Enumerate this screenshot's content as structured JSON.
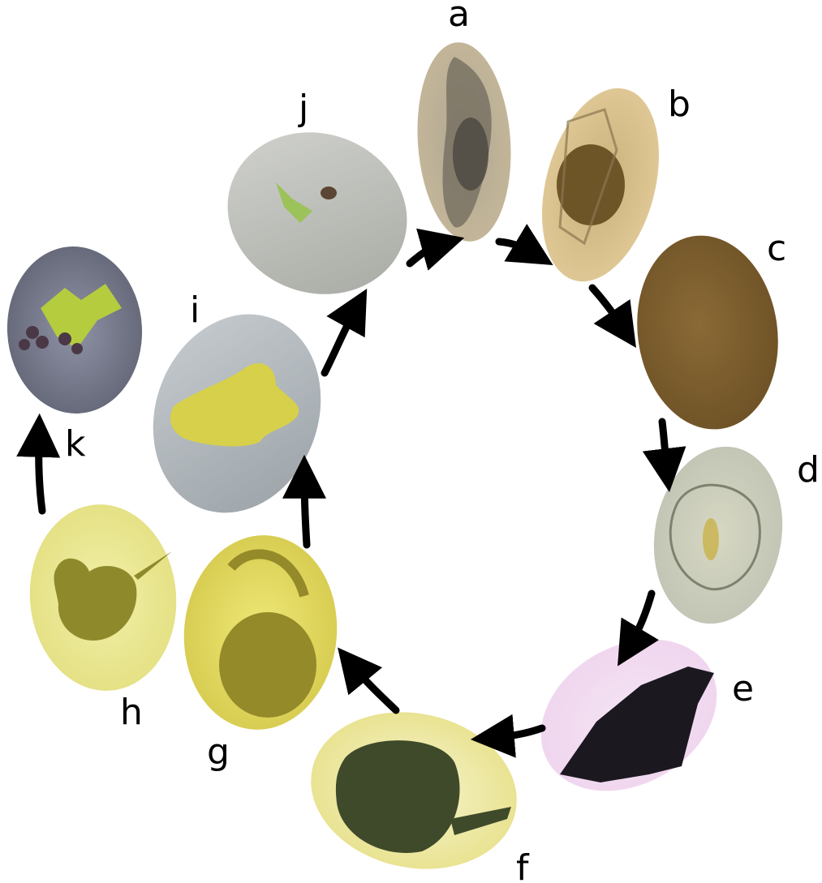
{
  "stages": [
    {
      "id": "a",
      "label": "a",
      "image": "stage-a-micrograph"
    },
    {
      "id": "b",
      "label": "b",
      "image": "stage-b-micrograph"
    },
    {
      "id": "c",
      "label": "c",
      "image": "stage-c-micrograph"
    },
    {
      "id": "d",
      "label": "d",
      "image": "stage-d-micrograph"
    },
    {
      "id": "e",
      "label": "e",
      "image": "stage-e-micrograph"
    },
    {
      "id": "f",
      "label": "f",
      "image": "stage-f-micrograph"
    },
    {
      "id": "g",
      "label": "g",
      "image": "stage-g-micrograph"
    },
    {
      "id": "h",
      "label": "h",
      "image": "stage-h-micrograph"
    },
    {
      "id": "i",
      "label": "i",
      "image": "stage-i-photo"
    },
    {
      "id": "j",
      "label": "j",
      "image": "stage-j-photo"
    },
    {
      "id": "k",
      "label": "k",
      "image": "stage-k-photo"
    }
  ],
  "colors": {
    "arrow": "#000000",
    "label": "#000000",
    "background": "#ffffff"
  }
}
